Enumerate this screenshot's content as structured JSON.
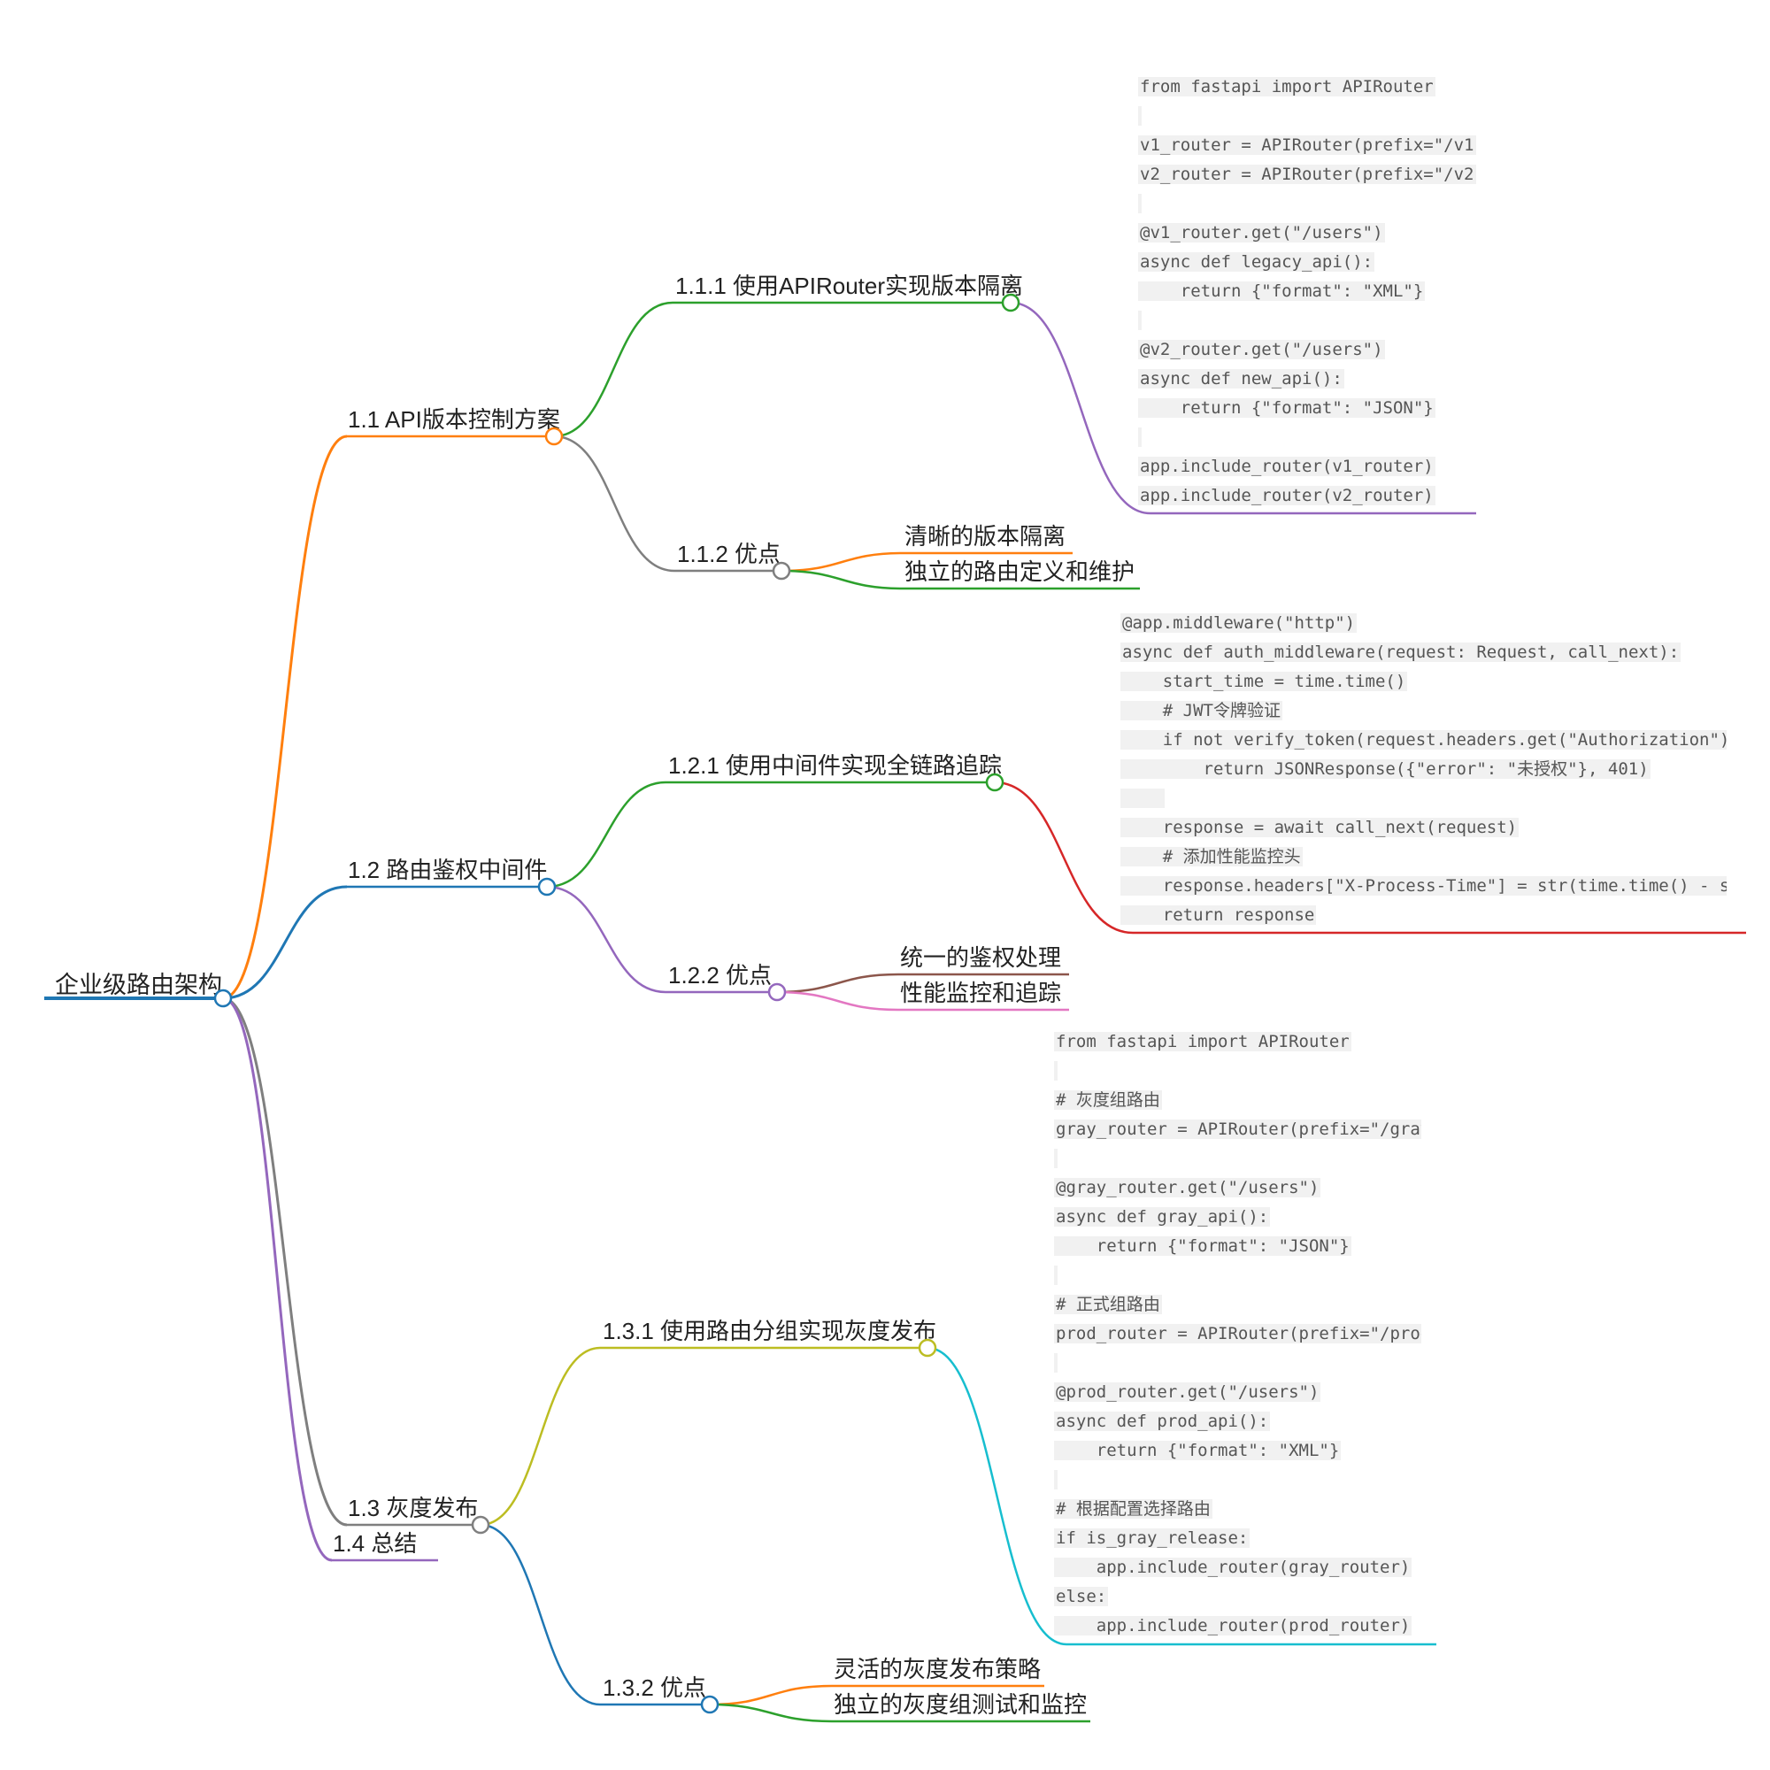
{
  "mindmap": {
    "root": {
      "label": "企业级路由架构",
      "color": "#1f77b4"
    },
    "branches": [
      {
        "label": "1.1 API版本控制方案",
        "color": "#ff7f0e",
        "children": [
          {
            "label": "1.1.1 使用APIRouter实现版本隔离",
            "color": "#2ca02c",
            "code_color": "#9467bd",
            "code": [
              "from fastapi import APIRouter",
              "",
              "v1_router = APIRouter(prefix=\"/v1",
              "v2_router = APIRouter(prefix=\"/v2",
              "",
              "@v1_router.get(\"/users\")",
              "async def legacy_api():",
              "    return {\"format\": \"XML\"}",
              "",
              "@v2_router.get(\"/users\")",
              "async def new_api():",
              "    return {\"format\": \"JSON\"}",
              "",
              "app.include_router(v1_router)",
              "app.include_router(v2_router)"
            ]
          },
          {
            "label": "1.1.2 优点",
            "color": "#7f7f7f",
            "items": [
              {
                "label": "清晰的版本隔离",
                "color": "#ff7f0e"
              },
              {
                "label": "独立的路由定义和维护",
                "color": "#2ca02c"
              }
            ]
          }
        ]
      },
      {
        "label": "1.2 路由鉴权中间件",
        "color": "#1f77b4",
        "children": [
          {
            "label": "1.2.1 使用中间件实现全链路追踪",
            "color": "#2ca02c",
            "code_color": "#d62728",
            "code": [
              "@app.middleware(\"http\")",
              "async def auth_middleware(request: Request, call_next):",
              "    start_time = time.time()",
              "    # JWT令牌验证",
              "    if not verify_token(request.headers.get(\"Authorization\")):",
              "        return JSONResponse({\"error\": \"未授权\"}, 401)",
              "    ",
              "    response = await call_next(request)",
              "    # 添加性能监控头",
              "    response.headers[\"X-Process-Time\"] = str(time.time() - start",
              "    return response"
            ]
          },
          {
            "label": "1.2.2 优点",
            "color": "#9467bd",
            "items": [
              {
                "label": "统一的鉴权处理",
                "color": "#8c564b"
              },
              {
                "label": "性能监控和追踪",
                "color": "#e377c2"
              }
            ]
          }
        ]
      },
      {
        "label": "1.3 灰度发布",
        "color": "#7f7f7f",
        "children": [
          {
            "label": "1.3.1 使用路由分组实现灰度发布",
            "color": "#bcbd22",
            "code_color": "#17becf",
            "code": [
              "from fastapi import APIRouter",
              "",
              "# 灰度组路由",
              "gray_router = APIRouter(prefix=\"/gray\"",
              "",
              "@gray_router.get(\"/users\")",
              "async def gray_api():",
              "    return {\"format\": \"JSON\"}",
              "",
              "# 正式组路由",
              "prod_router = APIRouter(prefix=\"/prod\"",
              "",
              "@prod_router.get(\"/users\")",
              "async def prod_api():",
              "    return {\"format\": \"XML\"}",
              "",
              "# 根据配置选择路由",
              "if is_gray_release:",
              "    app.include_router(gray_router)",
              "else:",
              "    app.include_router(prod_router)"
            ]
          },
          {
            "label": "1.3.2 优点",
            "color": "#1f77b4",
            "items": [
              {
                "label": "灵活的灰度发布策略",
                "color": "#ff7f0e"
              },
              {
                "label": "独立的灰度组测试和监控",
                "color": "#2ca02c"
              }
            ]
          }
        ]
      },
      {
        "label": "1.4 总结",
        "color": "#9467bd",
        "children": []
      }
    ]
  }
}
